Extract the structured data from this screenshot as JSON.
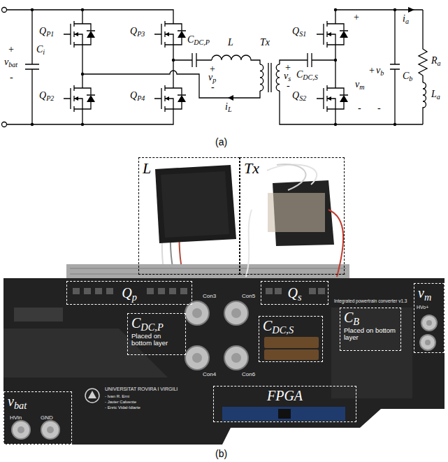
{
  "diagram": {
    "nodes": [
      {
        "text": [
          "L"
        ]
      },
      {
        "text": [
          "Tx"
        ]
      },
      {
        "text": [
          "Qp"
        ]
      },
      {
        "text": [
          "Qs"
        ]
      },
      {
        "text": [
          "vm"
        ]
      },
      {
        "text": [
          "CDC,P",
          "Placed on bottom layer"
        ]
      },
      {
        "text": [
          "CDC,S"
        ]
      },
      {
        "text": [
          "CB",
          "Placed on bottom layer"
        ]
      },
      {
        "text": [
          "vbat"
        ]
      },
      {
        "text": [
          "FPGA"
        ]
      }
    ],
    "labels": [
      "QP1",
      "QP3",
      "QP2",
      "QP4",
      "Ci",
      "+",
      "vbat",
      "-",
      "CDC,P",
      "+",
      "vp",
      "-",
      "L",
      "iL",
      "Tx",
      "+",
      "vs",
      "-",
      "CDC,S",
      "QS1",
      "QS2",
      "+",
      "ia",
      "+",
      "vb",
      "Cb",
      "vm",
      "Ra",
      "La",
      "-",
      "-",
      "(a)",
      "Con3",
      "Con5",
      "Con4",
      "Con6",
      "HVin",
      "GND",
      "HVo+",
      "Integrated powertrain converter v1.3",
      "UNIVERSITAT ROVIRA I VIRGILI",
      "- Ivan R. Erni",
      "- Javier Calvente",
      "- Enric Vidal-Idiarte",
      "(b)"
    ]
  }
}
